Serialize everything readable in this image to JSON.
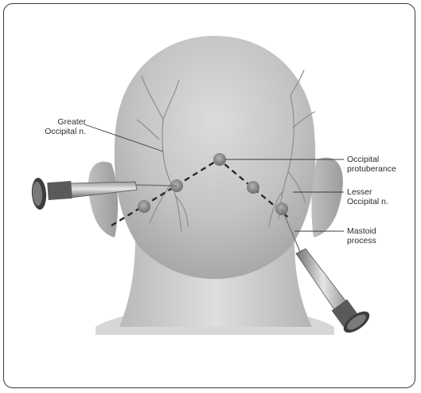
{
  "labels": {
    "greater_occipital": {
      "line1": "Greater",
      "line2": "Occipital n."
    },
    "occipital_protuberance": {
      "line1": "Occipital",
      "line2": "protuberance"
    },
    "lesser_occipital": {
      "line1": "Lesser",
      "line2": "Occipital n."
    },
    "mastoid_process": {
      "line1": "Mastoid",
      "line2": "process"
    }
  },
  "colors": {
    "frame": "#3a3a3a",
    "skin_light": "#d6d6d6",
    "skin_dark": "#a9a9a9",
    "nerve": "#8d8d8d",
    "dashed_line": "#2a2a2a",
    "marker": "#8a8a8a",
    "syringe_dark": "#3d3d3d"
  }
}
